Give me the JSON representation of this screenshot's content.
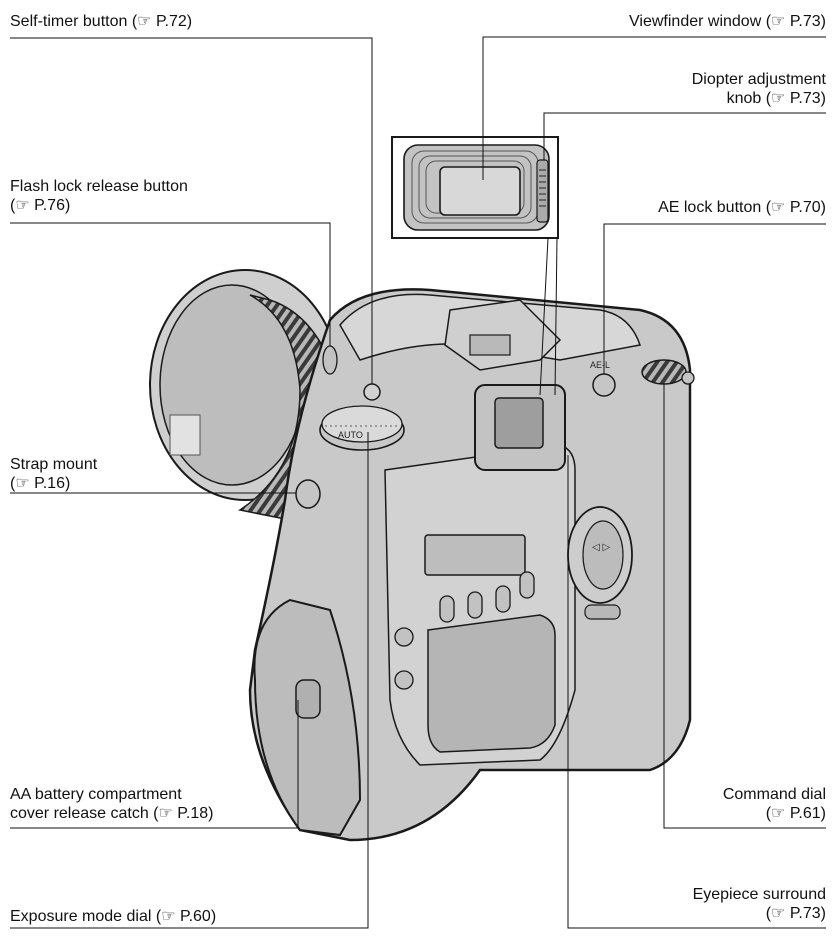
{
  "callouts": {
    "self_timer": {
      "lines": [
        "Self-timer button (☞ P.72)"
      ]
    },
    "flash_lock": {
      "lines": [
        "Flash lock release button",
        "(☞ P.76)"
      ]
    },
    "strap_mount": {
      "lines": [
        "Strap mount",
        "(☞ P.16)"
      ]
    },
    "battery_catch": {
      "lines": [
        "AA battery compartment",
        "cover release catch (☞ P.18)"
      ]
    },
    "exposure_dial": {
      "lines": [
        "Exposure mode dial (☞ P.60)"
      ]
    },
    "viewfinder": {
      "lines": [
        "Viewfinder window (☞ P.73)"
      ]
    },
    "diopter": {
      "lines": [
        "Diopter adjustment",
        "knob (☞ P.73)"
      ]
    },
    "ae_lock": {
      "lines": [
        "AE lock button (☞ P.70)"
      ]
    },
    "command_dial": {
      "lines": [
        "Command dial",
        "(☞ P.61)"
      ]
    },
    "eyepiece": {
      "lines": [
        "Eyepiece surround",
        "(☞ P.73)"
      ]
    }
  },
  "camera_marks": {
    "ae_mark": "AE-L",
    "dial_mark": "AUTO"
  },
  "colors": {
    "body": "#c9c9c9",
    "body_dark": "#8f8f8f",
    "outline": "#1a1a1a"
  }
}
